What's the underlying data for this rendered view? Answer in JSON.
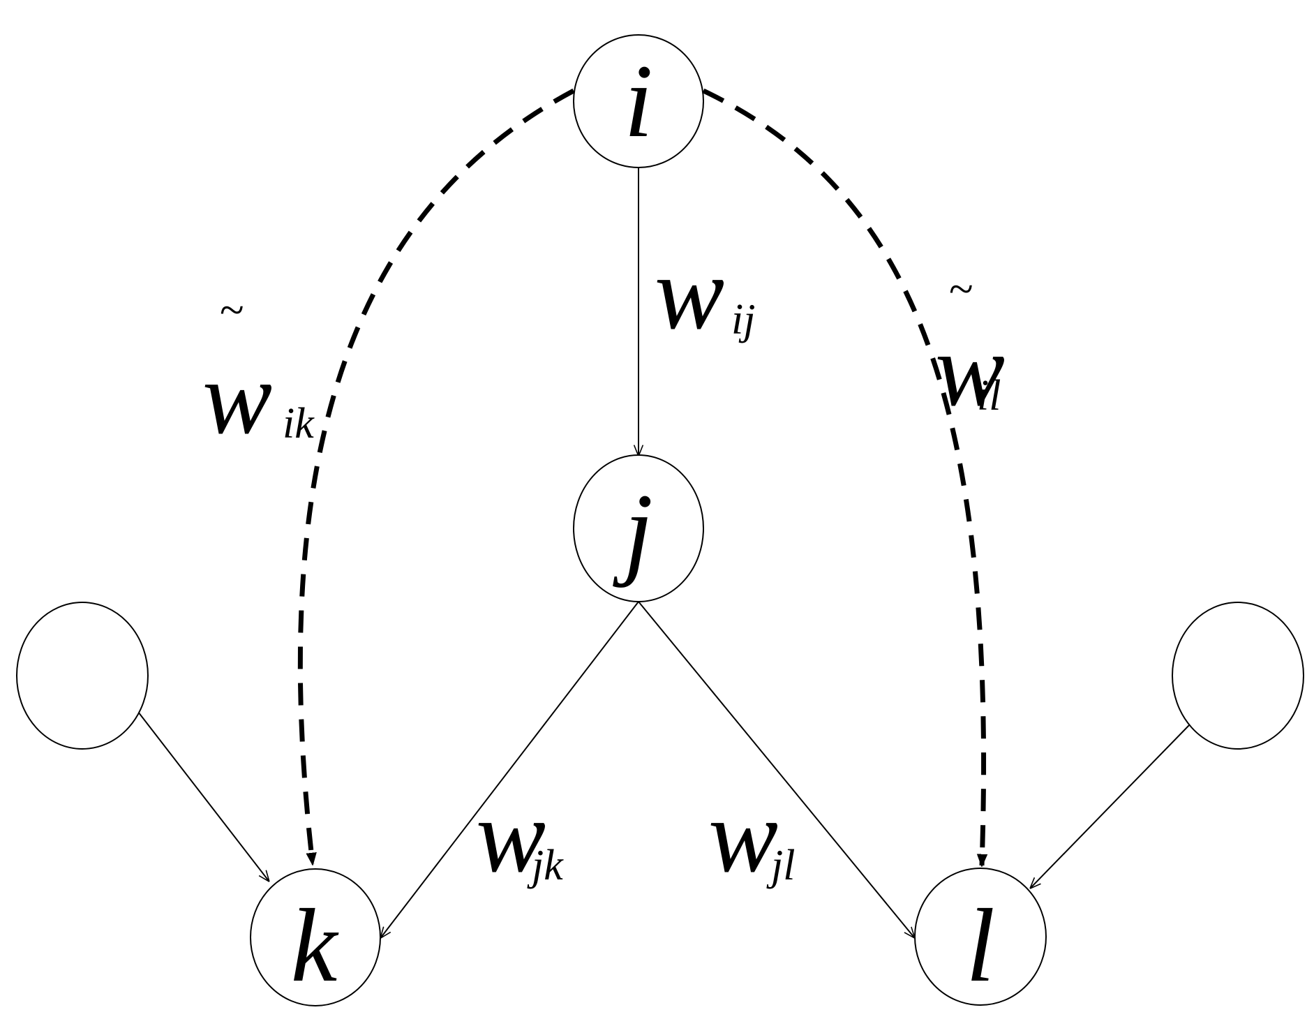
{
  "nodes": {
    "i": {
      "label": "i"
    },
    "j": {
      "label": "j"
    },
    "k": {
      "label": "k"
    },
    "l": {
      "label": "l"
    },
    "left_unlabeled": {
      "label": ""
    },
    "right_unlabeled": {
      "label": ""
    }
  },
  "edges": {
    "ij": {
      "from": "i",
      "to": "j",
      "style": "solid",
      "weight_symbol": "w",
      "weight_subscript": "ij"
    },
    "jk": {
      "from": "j",
      "to": "k",
      "style": "solid",
      "weight_symbol": "w",
      "weight_subscript": "jk"
    },
    "jl": {
      "from": "j",
      "to": "l",
      "style": "solid",
      "weight_symbol": "w",
      "weight_subscript": "jl"
    },
    "ik": {
      "from": "i",
      "to": "k",
      "style": "dashed",
      "weight_symbol": "w",
      "weight_subscript": "ik",
      "accent": "~"
    },
    "il": {
      "from": "i",
      "to": "l",
      "style": "dashed",
      "weight_symbol": "w",
      "weight_subscript": "il",
      "accent": "~"
    },
    "left_k": {
      "from": "left_unlabeled",
      "to": "k",
      "style": "solid"
    },
    "right_l": {
      "from": "right_unlabeled",
      "to": "l",
      "style": "solid"
    }
  }
}
